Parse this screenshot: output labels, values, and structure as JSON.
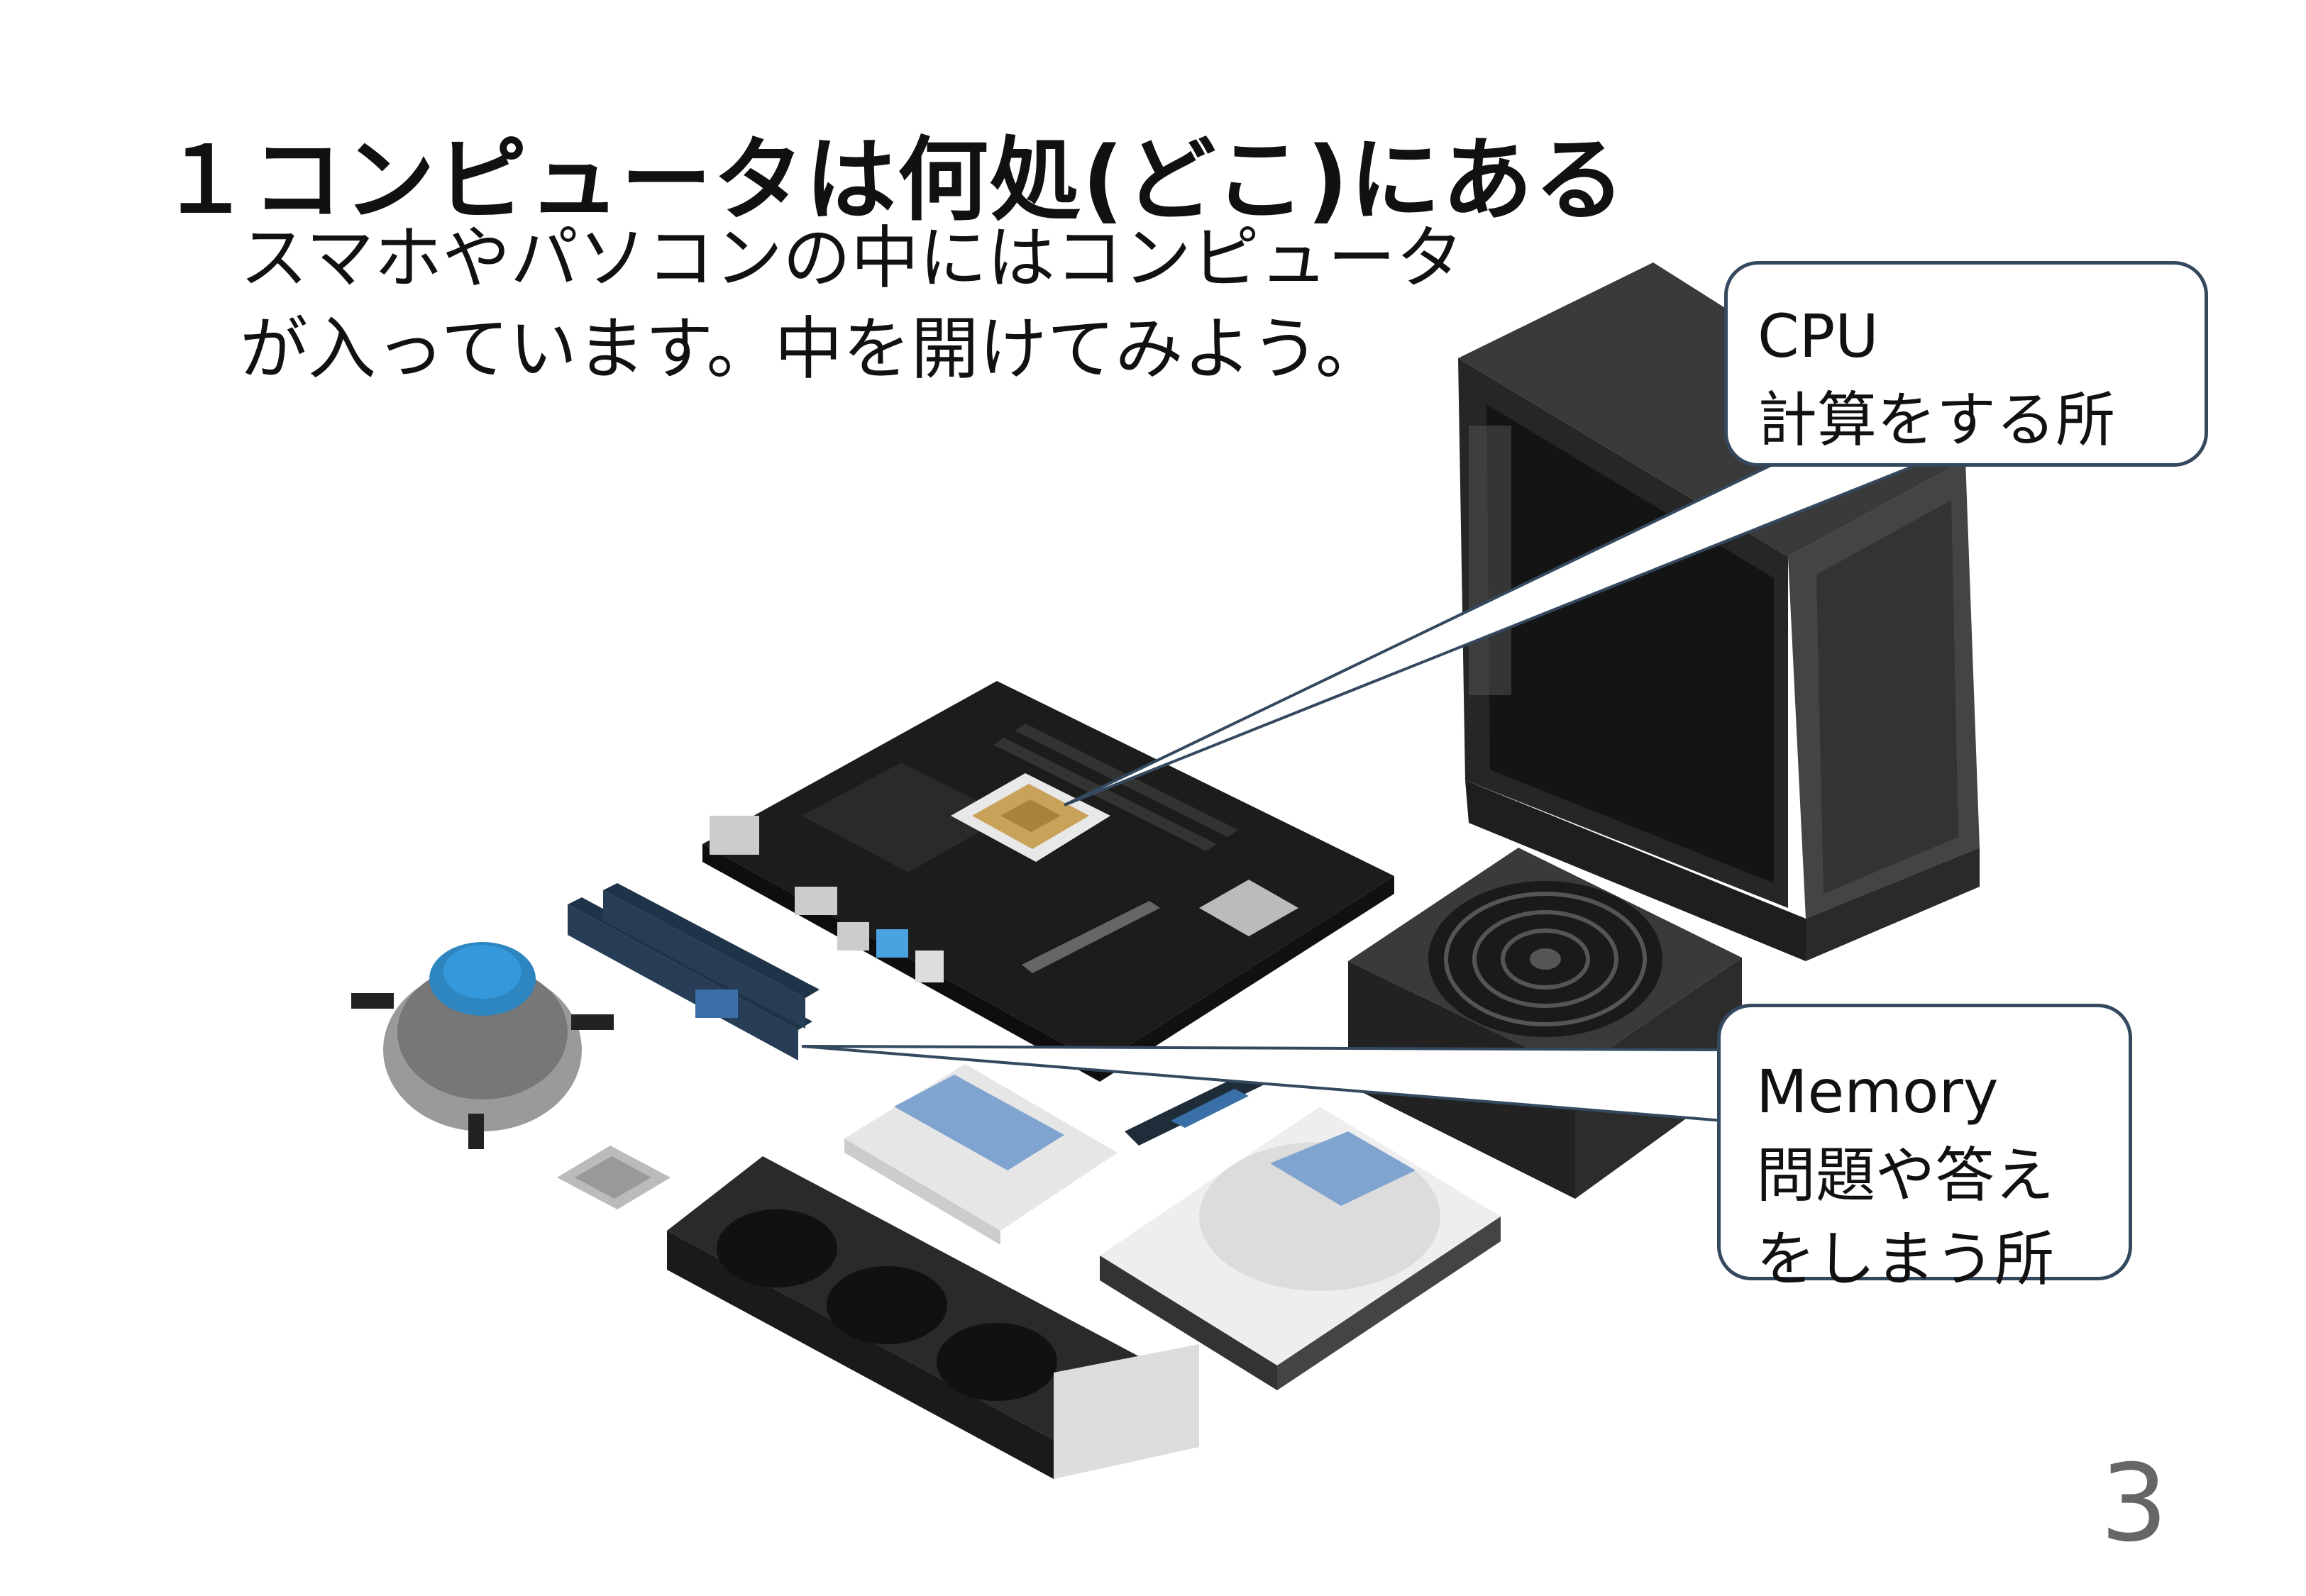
{
  "slide": {
    "title": "１コンピュータは何処(どこ)にある",
    "subtitle_lines": [
      "スマホやパソコンの中にはコンピュータ",
      "が入っています。中を開けてみよう。"
    ],
    "page_number": "3"
  },
  "callouts": {
    "cpu": {
      "lines": [
        "CPU",
        "計算をする所"
      ]
    },
    "memory": {
      "lines": [
        "Memory",
        "問題や答え",
        "をしまう所"
      ]
    }
  },
  "colors": {
    "callout_border": "#34495e",
    "case_dark": "#2e2e2e",
    "board_black": "#1c1c1c",
    "cpu_gold": "#c9a25a",
    "accent_blue": "#2e86c1",
    "drive_label_blue": "#7fa4cf"
  },
  "illustration": {
    "components": [
      "pc-case",
      "power-supply",
      "motherboard",
      "cpu-socket",
      "memory-modules",
      "cpu-cooler",
      "cpu-chip",
      "graphics-card",
      "ssd",
      "m2-ssd",
      "hard-drive"
    ]
  }
}
